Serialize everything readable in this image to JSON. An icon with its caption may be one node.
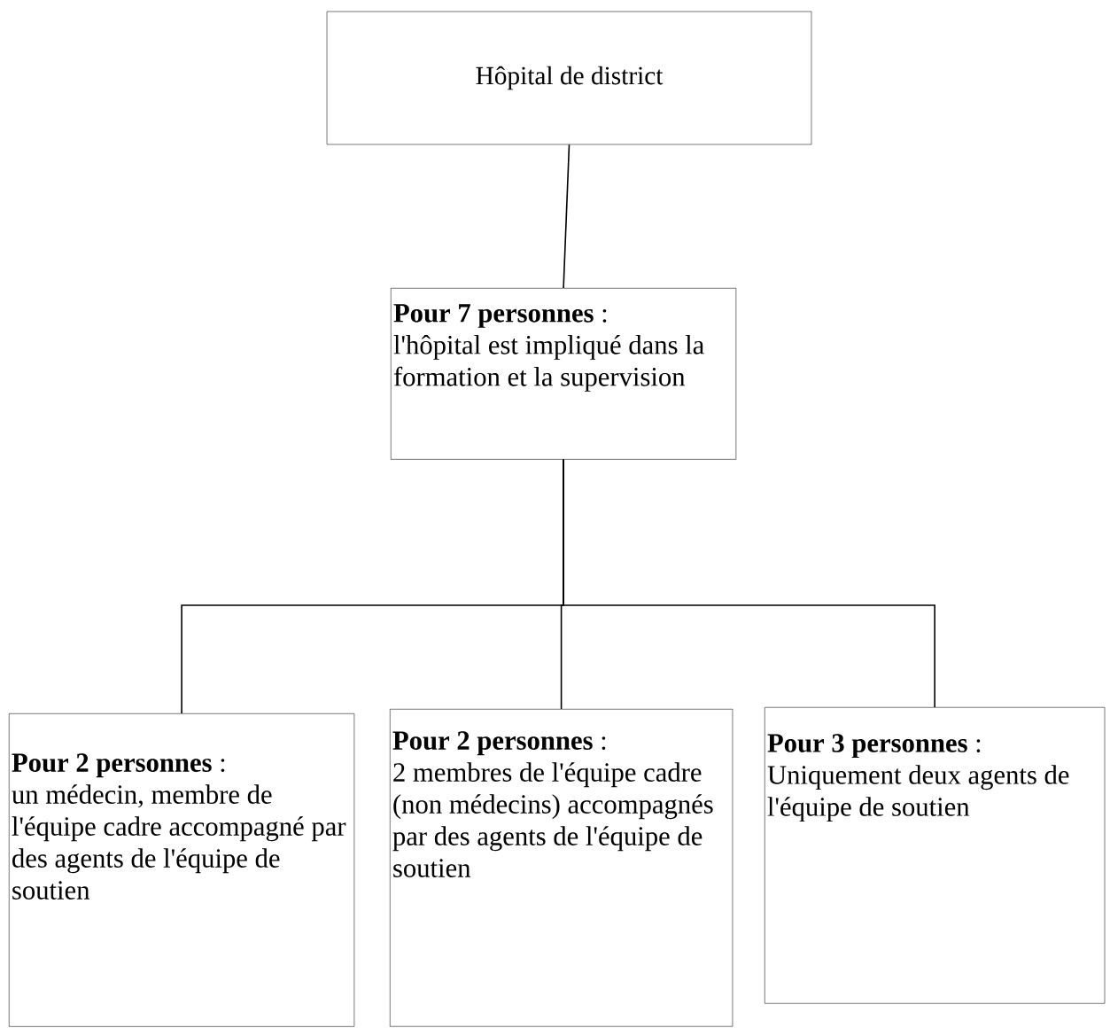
{
  "diagram": {
    "nodes": [
      {
        "text": [
          "Hôpital de district"
        ]
      },
      {
        "text": [
          "**Pour 7 personnes** :",
          "l'hôpital est impliqué dans la formation et la supervision"
        ]
      },
      {
        "text": [
          "**Pour 2 personnes** :",
          "un médecin, membre de l'équipe cadre accompagné par des agents de l'équipe de soutien"
        ]
      },
      {
        "text": [
          "**Pour 2 personnes** :",
          "2 membres de l'équipe cadre (non médecins) accompagnés par des agents de l'équipe de soutien"
        ]
      },
      {
        "text": [
          "**Pour 3 personnes** :",
          "Uniquement deux agents de l'équipe de soutien"
        ]
      }
    ],
    "edges": [
      {
        "from": 0,
        "to": 1,
        "arrow": "none"
      },
      {
        "from": 1,
        "to": 2,
        "arrow": "none"
      },
      {
        "from": 1,
        "to": 3,
        "arrow": "none"
      },
      {
        "from": 1,
        "to": 4,
        "arrow": "none"
      }
    ]
  }
}
